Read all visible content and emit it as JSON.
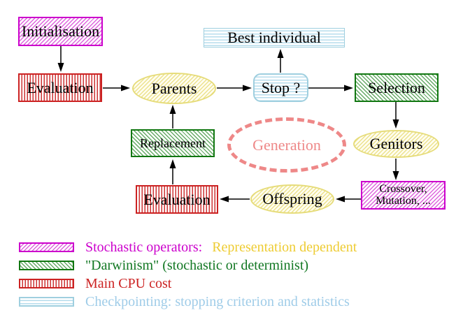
{
  "nodes": {
    "initialisation": "Initialisation",
    "evaluation_top": "Evaluation",
    "parents": "Parents",
    "best_individual": "Best individual",
    "stop": "Stop ?",
    "selection": "Selection",
    "genitors": "Genitors",
    "crossover_line1": "Crossover,",
    "crossover_line2": "Mutation, ...",
    "offspring": "Offspring",
    "evaluation_bottom": "Evaluation",
    "replacement": "Replacement",
    "generation": "Generation"
  },
  "legend": [
    {
      "swatch": "magenta-diagonal-hatch",
      "label": "Stochastic operators:",
      "label_extra": "Representation dependent"
    },
    {
      "swatch": "green-diagonal-hatch",
      "label": "\"Darwinism\" (stochastic or determinist)"
    },
    {
      "swatch": "red-vertical-stripes",
      "label": "Main CPU cost"
    },
    {
      "swatch": "cyan-horizontal-stripes",
      "label": "Checkpointing: stopping criterion and statistics"
    }
  ],
  "colors": {
    "magenta": "#cc00cc",
    "green": "#117711",
    "red": "#cc2222",
    "cyan": "#9fcfdf",
    "yellow": "#e6dc7a",
    "salmon": "#ee8888",
    "gold_text": "#eecc33",
    "cyan_text": "#9fcce8",
    "arrow": "#000000"
  }
}
